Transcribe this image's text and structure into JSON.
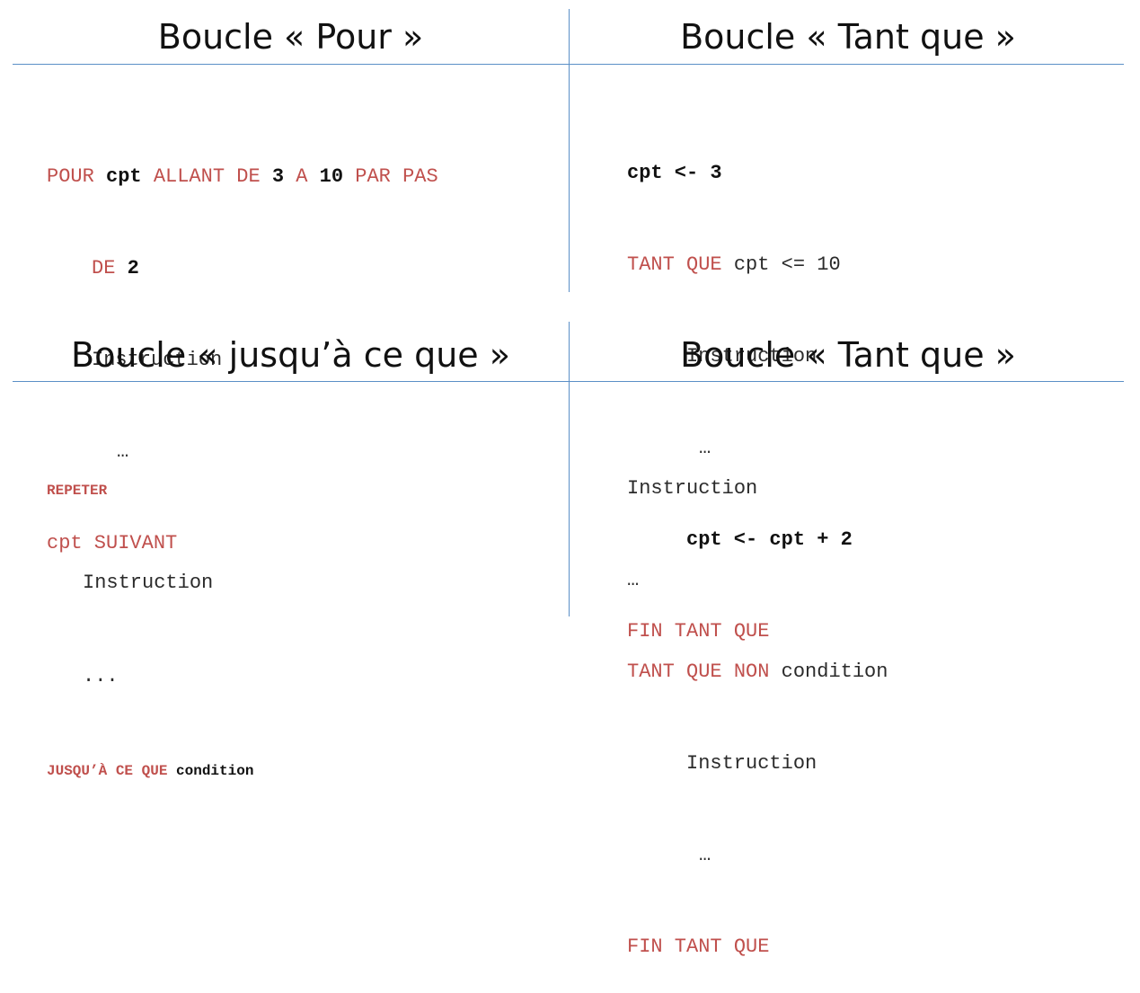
{
  "slide": {
    "colors": {
      "keyword": "#c0504d",
      "divider": "#5b8fc7",
      "text": "#2b2b2b"
    },
    "q1": {
      "title": "Boucle « Pour »",
      "l1": {
        "kw1": "POUR ",
        "var": "cpt",
        "kw2": " ALLANT DE ",
        "n1": "3",
        "kw3": " A ",
        "n2": "10",
        "kw4": " PAR PAS"
      },
      "l2": {
        "kw": "DE ",
        "n": "2"
      },
      "l3": "Instruction",
      "l4": "…",
      "l5": "cpt SUIVANT"
    },
    "q2": {
      "title": "Boucle « Tant que »",
      "l1": "cpt <- 3",
      "l2": {
        "kw": "TANT QUE",
        "rest": " cpt <= 10"
      },
      "l3": "Instruction",
      "l4": "…",
      "l5": "cpt <- cpt + 2",
      "l6": "FIN TANT QUE"
    },
    "q3": {
      "title": "Boucle « jusqu’à ce que »",
      "l1": "REPETER",
      "l2": "Instruction",
      "l3": "...",
      "l4": {
        "kw": "JUSQU’À CE QUE",
        "rest": " condition"
      }
    },
    "q4": {
      "title": "Boucle « Tant que »",
      "l1": "Instruction",
      "l2": "…",
      "l3": {
        "kw": "TANT QUE NON",
        "rest": " condition"
      },
      "l4": "Instruction",
      "l5": "…",
      "l6": "FIN TANT QUE"
    }
  }
}
